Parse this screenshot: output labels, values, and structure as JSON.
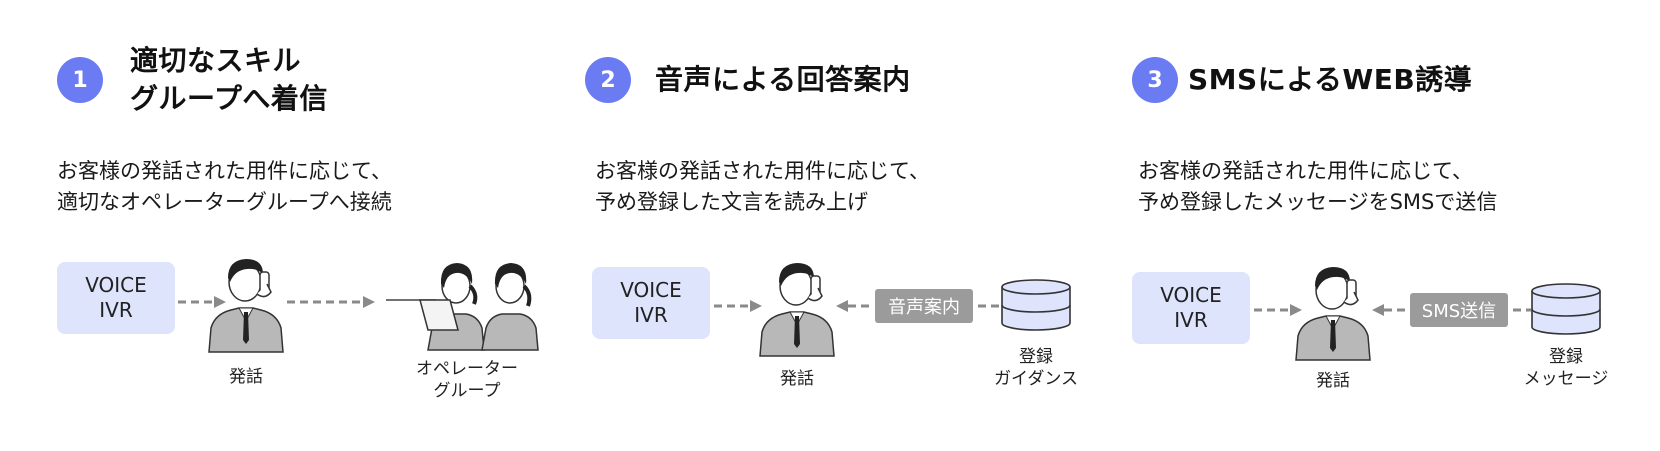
{
  "palette": {
    "badge": "#6b7bf2",
    "voice_box": "#dde4fb",
    "tag": "#9b9b9b",
    "arrow": "#8a8a8a"
  },
  "panels": [
    {
      "number": "1",
      "title_lines": [
        "適切なスキル",
        "グループへ着信"
      ],
      "desc_lines": [
        "お客様の発話された用件に応じて、",
        "適切なオペレーターグループへ接続"
      ],
      "voice_lines": [
        "VOICE",
        "IVR"
      ],
      "person_caption": "発話",
      "operator_caption_lines": [
        "オペレーター",
        "グループ"
      ],
      "icons": [
        "person-on-phone-icon",
        "operator-group-icon"
      ]
    },
    {
      "number": "2",
      "title_lines": [
        "音声による回答案内"
      ],
      "desc_lines": [
        "お客様の発話された用件に応じて、",
        "予め登録した文言を読み上げ"
      ],
      "voice_lines": [
        "VOICE",
        "IVR"
      ],
      "person_caption": "発話",
      "tag": "音声案内",
      "db_caption_lines": [
        "登録",
        "ガイダンス"
      ],
      "icons": [
        "person-on-phone-icon",
        "database-icon"
      ]
    },
    {
      "number": "3",
      "title_lines": [
        "SMSによるWEB誘導"
      ],
      "desc_lines": [
        "お客様の発話された用件に応じて、",
        "予め登録したメッセージをSMSで送信"
      ],
      "voice_lines": [
        "VOICE",
        "IVR"
      ],
      "person_caption": "発話",
      "tag": "SMS送信",
      "db_caption_lines": [
        "登録",
        "メッセージ"
      ],
      "icons": [
        "person-on-phone-icon",
        "database-icon"
      ]
    }
  ]
}
